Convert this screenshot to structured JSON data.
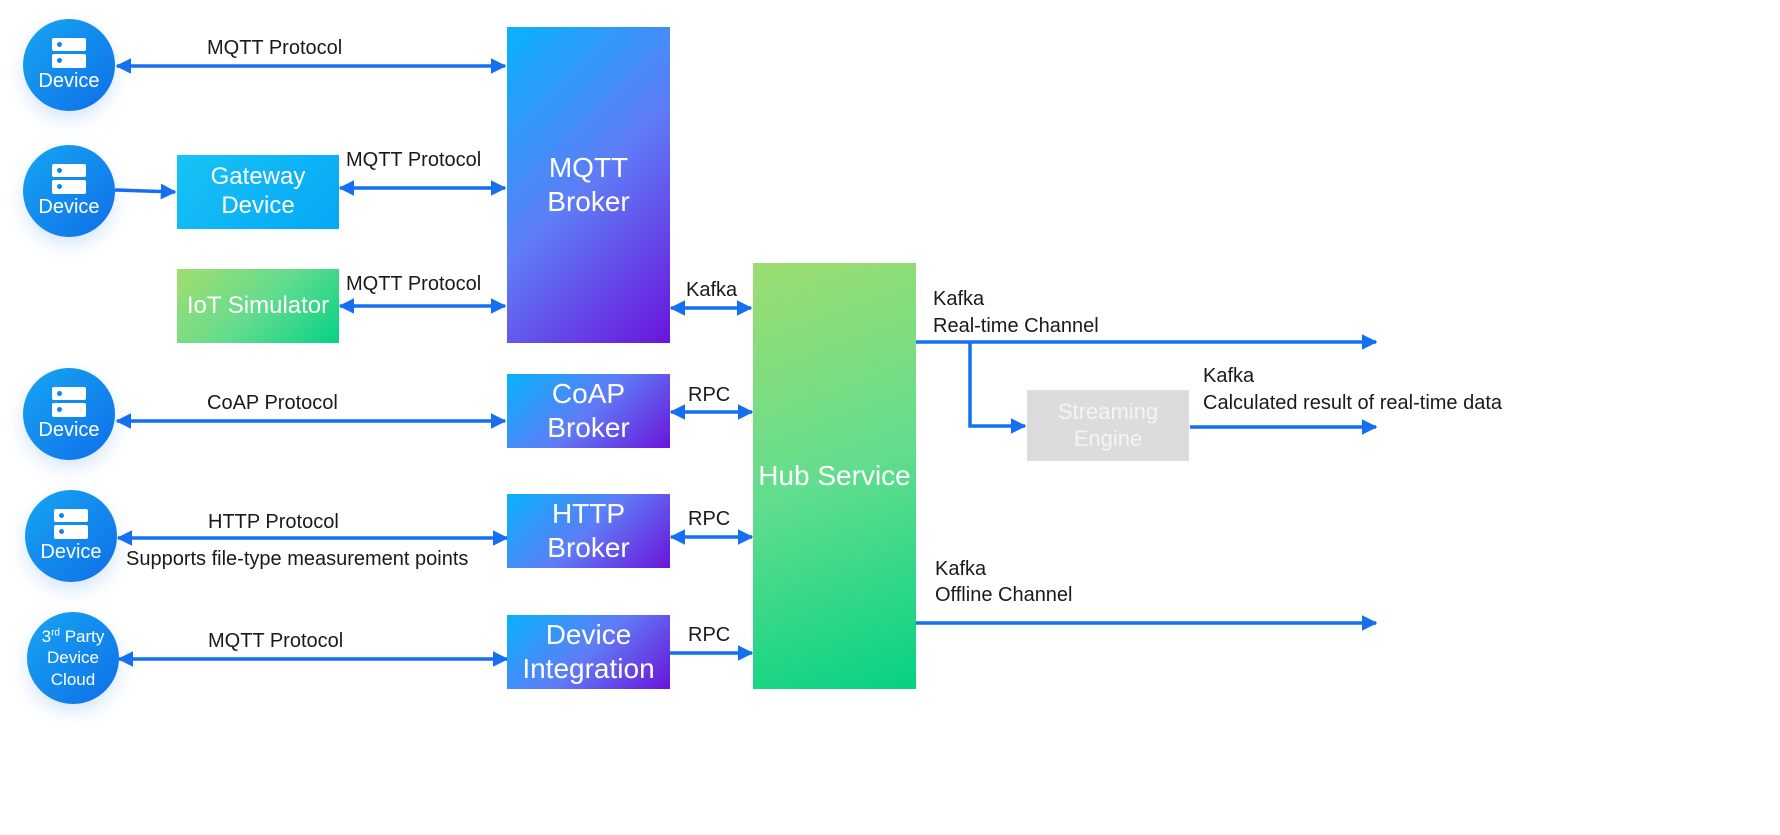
{
  "devices": [
    {
      "label": "Device",
      "icon": "server-icon"
    },
    {
      "label": "Device",
      "icon": "server-icon"
    },
    {
      "label": "Device",
      "icon": "server-icon"
    },
    {
      "label": "Device",
      "icon": "server-icon"
    }
  ],
  "third_party": {
    "line1_prefix": "3",
    "line1_sup": "rd",
    "line1_suffix": " Party",
    "line2": "Device",
    "line3": "Cloud"
  },
  "nodes": {
    "gateway": "Gateway\nDevice",
    "simulator": "IoT Simulator",
    "mqtt_broker": "MQTT\nBroker",
    "coap_broker": "CoAP\nBroker",
    "http_broker": "HTTP\nBroker",
    "device_integration": "Device\nIntegration",
    "hub_service": "Hub Service",
    "streaming_engine": "Streaming\nEngine"
  },
  "edges": {
    "device1_mqtt": "MQTT Protocol",
    "gateway_mqtt": "MQTT Protocol",
    "simulator_mqtt": "MQTT Protocol",
    "coap": "CoAP Protocol",
    "http": "HTTP Protocol",
    "http_note": "Supports file-type measurement points",
    "third_party_mqtt": "MQTT Protocol",
    "mqtt_hub": "Kafka",
    "coap_hub": "RPC",
    "http_hub": "RPC",
    "integration_hub": "RPC",
    "realtime_line1": "Kafka",
    "realtime_line2": "Real-time Channel",
    "calc_line1": "Kafka",
    "calc_line2": "Calculated result of real-time data",
    "offline_line1": "Kafka",
    "offline_line2": "Offline Channel"
  },
  "colors": {
    "arrow": "#1470f0"
  }
}
